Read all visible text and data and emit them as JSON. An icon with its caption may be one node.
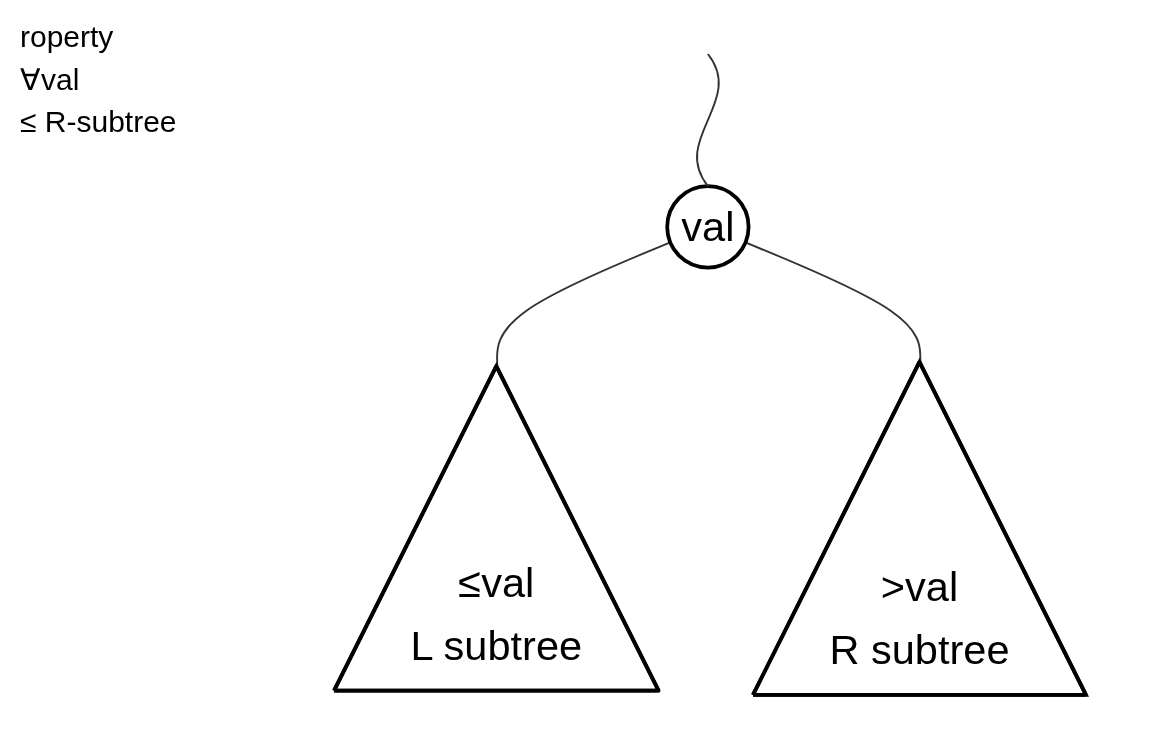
{
  "diagram": {
    "nodes": [
      {
        "text": [
          "val"
        ]
      },
      {
        "text": [
          "≤val",
          "L subtree"
        ]
      },
      {
        "text": [
          ">val",
          "R subtree"
        ]
      }
    ],
    "edges": [
      {
        "from": null,
        "to": 0,
        "arrow": "none"
      },
      {
        "from": 0,
        "to": 1,
        "arrow": "none"
      },
      {
        "from": 0,
        "to": 2,
        "arrow": "none"
      }
    ],
    "labels": [
      "roperty",
      "∀val",
      "≤ R-subtree"
    ]
  }
}
